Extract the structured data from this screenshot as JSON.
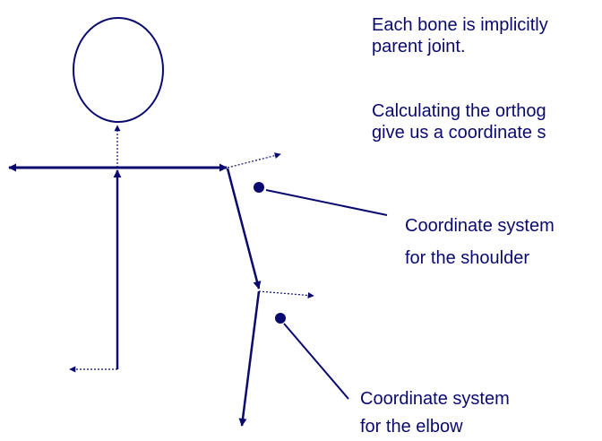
{
  "colors": {
    "ink": "#0a0a6e",
    "background": "#ffffff"
  },
  "text": {
    "intro_line1": "Each bone is implicitly",
    "intro_line2": "parent joint.",
    "calc_line1": "Calculating the orthog",
    "calc_line2": "give us a coordinate s",
    "shoulder_line1": "Coordinate system",
    "shoulder_line2": "for the shoulder",
    "elbow_line1": "Coordinate system",
    "elbow_line2": "for the elbow"
  }
}
